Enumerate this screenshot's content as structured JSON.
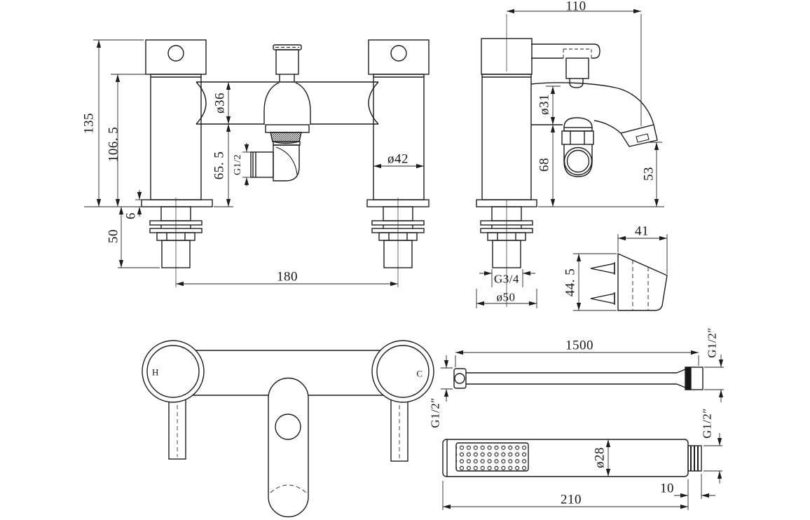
{
  "views": {
    "front_view": {
      "dims": {
        "total_height": "135",
        "pillar_height": "106. 5",
        "body_tube_diameter": "ø36",
        "spout_to_deck": "65. 5",
        "hose_outlet_thread": "G1/2",
        "deck_plate_thickness": "6",
        "tail_length": "50",
        "tap_centres": "180",
        "pillar_diameter": "ø42"
      }
    },
    "side_view": {
      "dims": {
        "spout_reach": "110",
        "spout_diameter": "ø31",
        "spout_underside_height": "68",
        "outlet_height": "53",
        "inlet_thread": "G3/4",
        "base_flange_diameter": "ø50"
      }
    },
    "wall_bracket": {
      "dims": {
        "width": "41",
        "height": "44. 5"
      }
    },
    "bottom_view": {
      "hot_marker": "H",
      "cold_marker": "C"
    },
    "shower_hose": {
      "dims": {
        "length": "1500",
        "inlet_nut_thread": "G1/2″",
        "outlet_nut_thread": "G1/2″"
      }
    },
    "handset": {
      "dims": {
        "length": "210",
        "head_diameter": "ø28",
        "connector_thread": "G1/2″",
        "thread_length": "10"
      }
    }
  }
}
